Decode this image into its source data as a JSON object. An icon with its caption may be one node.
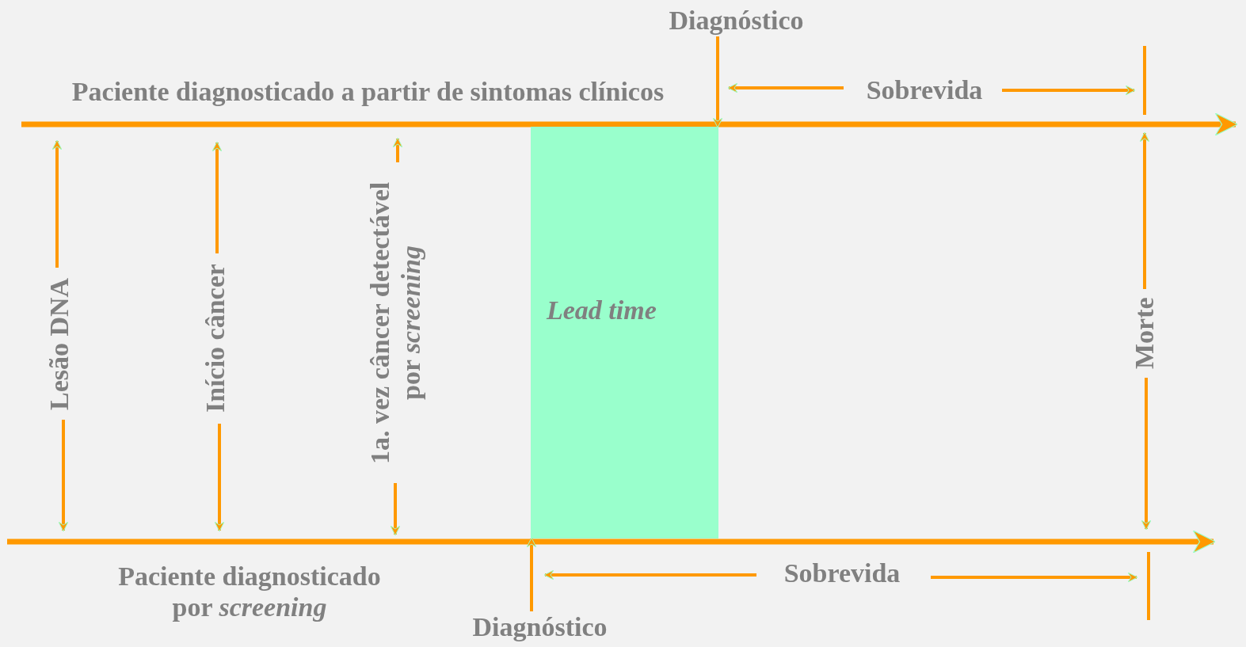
{
  "diagram": {
    "nodes": [
      {
        "text": [
          "Lesão DNA"
        ]
      },
      {
        "text": [
          "Início câncer"
        ]
      },
      {
        "text": [
          "1a. vez câncer detectável por *screening*"
        ]
      },
      {
        "text": [
          "Lead time"
        ]
      },
      {
        "text": [
          "Morte"
        ]
      },
      {
        "text": [
          "Diagnóstico"
        ]
      },
      {
        "text": [
          "Diagnóstico"
        ]
      }
    ],
    "edges": [
      {
        "from": 0,
        "to": null,
        "arrow": "to"
      },
      {
        "from": 0,
        "to": null,
        "arrow": "to"
      },
      {
        "from": 1,
        "to": null,
        "arrow": "to"
      },
      {
        "from": 1,
        "to": null,
        "arrow": "to"
      },
      {
        "from": 2,
        "to": null,
        "arrow": "to"
      },
      {
        "from": 2,
        "to": null,
        "arrow": "to"
      },
      {
        "from": 4,
        "to": null,
        "arrow": "to"
      },
      {
        "from": 4,
        "to": null,
        "arrow": "to"
      },
      {
        "from": 5,
        "to": 3,
        "arrow": "to"
      },
      {
        "from": 6,
        "to": 3,
        "arrow": "to"
      }
    ],
    "labels": [
      "Paciente diagnosticado a partir de sintomas clínicos",
      "Sobrevida",
      "Paciente diagnosticado por *screening*",
      "Sobrevida"
    ]
  }
}
